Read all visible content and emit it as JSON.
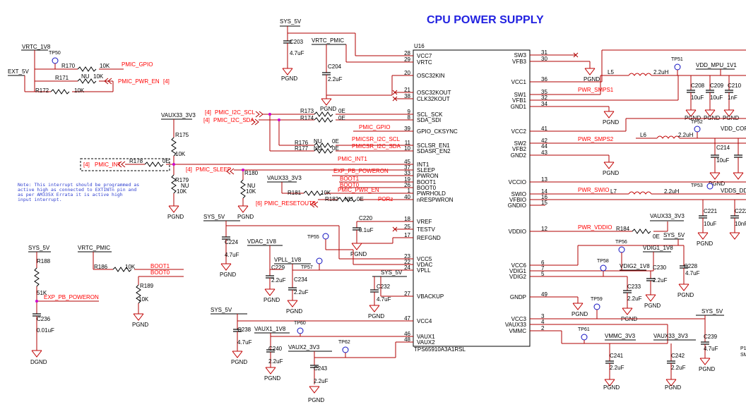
{
  "title": "CPU POWER SUPPLY",
  "chip": {
    "ref": "U16",
    "part": "TPS65910A3A1RSL",
    "left_pins": [
      {
        "num": "28",
        "name": "VCC7"
      },
      {
        "num": "29",
        "name": "VRTC"
      },
      {
        "num": "20",
        "name": "OSC32KIN"
      },
      {
        "num": "21",
        "name": "OSC32KOUT"
      },
      {
        "num": "38",
        "name": "CLK32KOUT"
      },
      {
        "num": "9",
        "name": "SCL_SCK"
      },
      {
        "num": "8",
        "name": "SDA_SDI"
      },
      {
        "num": "39",
        "name": "GPIO_CKSYNC"
      },
      {
        "num": "11",
        "name": "SCLSR_EN1"
      },
      {
        "num": "10",
        "name": "SDASR_EN2"
      },
      {
        "num": "45",
        "name": "INT1"
      },
      {
        "num": "37",
        "name": "SLEEP"
      },
      {
        "num": "33",
        "name": "PWRON"
      },
      {
        "num": "19",
        "name": "BOOT1"
      },
      {
        "num": "26",
        "name": "BOOT0"
      },
      {
        "num": "1",
        "name": "PWRHOLD"
      },
      {
        "num": "40",
        "name": "nRESPWRON"
      },
      {
        "num": "18",
        "name": "VREF"
      },
      {
        "num": "25",
        "name": "TESTV"
      },
      {
        "num": "17",
        "name": "REFGND"
      },
      {
        "num": "23",
        "name": "VCC5"
      },
      {
        "num": "22",
        "name": "VDAC"
      },
      {
        "num": "24",
        "name": "VPLL"
      },
      {
        "num": "27",
        "name": "VBACKUP"
      },
      {
        "num": "47",
        "name": "VCC4"
      },
      {
        "num": "46",
        "name": "VAUX1"
      },
      {
        "num": "48",
        "name": "VAUX2"
      }
    ],
    "right_pins": [
      {
        "num": "31",
        "name": "SW3"
      },
      {
        "num": "30",
        "name": "VFB3"
      },
      {
        "num": "36",
        "name": "VCC1"
      },
      {
        "num": "35",
        "name": "SW1"
      },
      {
        "num": "32",
        "name": "VFB1"
      },
      {
        "num": "34",
        "name": "GND1"
      },
      {
        "num": "41",
        "name": "VCC2"
      },
      {
        "num": "42",
        "name": "SW2"
      },
      {
        "num": "44",
        "name": "VFB2"
      },
      {
        "num": "43",
        "name": "GND2"
      },
      {
        "num": "13",
        "name": "VCCIO"
      },
      {
        "num": "14",
        "name": "SWIO"
      },
      {
        "num": "16",
        "name": "VFBIO"
      },
      {
        "num": "15",
        "name": "GNDIO"
      },
      {
        "num": "12",
        "name": "VDDIO"
      },
      {
        "num": "6",
        "name": "VCC6"
      },
      {
        "num": "7",
        "name": "VDIG1"
      },
      {
        "num": "5",
        "name": "VDIG2"
      },
      {
        "num": "49",
        "name": "GNDP"
      },
      {
        "num": "3",
        "name": "VCC3"
      },
      {
        "num": "4",
        "name": "VAUX33"
      },
      {
        "num": "2",
        "name": "VMMC"
      }
    ]
  },
  "nets": {
    "sys5v": "SYS_5V",
    "vrtc_pmic": "VRTC_PMIC",
    "vrtc_1v8": "VRTC_1V8",
    "ext_5v": "EXT_5V",
    "vaux33_3v3": "VAUX33_3V3",
    "vdac_1v8": "VDAC_1V8",
    "vpll_1v8": "VPLL_1V8",
    "vaux1_1v8": "VAUX1_1V8",
    "vaux2_3v3": "VAUX2_3V3",
    "vdd_mpu_1v1": "VDD_MPU_1V1",
    "vdd_core": "VDD_COR",
    "vdds_dd": "VDDS_DD",
    "vdig1_1v8": "VDIG1_1V8",
    "vdig2_1v8": "VDIG2_1V8",
    "vmmc_3v3": "VMMC_3V3",
    "pgnd": "PGND",
    "dgnd": "DGND"
  },
  "signals": {
    "pmic_gpio": "PMIC_GPIO",
    "pmic_pwr_en": "PMIC_PWR_EN",
    "pmic_pwr_en_ref": "[4]",
    "pmic_i2c_scl": "PMIC_I2C_SCL",
    "pmic_i2c_sda": "PMIC_I2C_SDA",
    "ref4": "[4]",
    "pmic_gpio2": "PMIC_GPIO",
    "pmicsr_i2c_scl": "PMICSR_I2C_SCL",
    "pmicsr_i2c_sda": "PMICSR_I2C_SDA",
    "pmic_int1": "PMIC_INT1",
    "pmic_int": "PMIC_INT",
    "pmic_sleep": "PMIC_SLEEP",
    "exp_pb_poweron": "EXP_PB_POWERON",
    "boot1": "BOOT1",
    "boot0": "BOOT0",
    "pmic_pwr_en2": "PMIC_PWR_EN",
    "porz": "PORz",
    "pmic_resetoutb": "PMIC_RESETOUTB",
    "ref6": "[6]",
    "pwr_smps1": "PWR_SMPS1",
    "pwr_smps2": "PWR_SMPS2",
    "pwr_swio": "PWR_SWIO",
    "pwr_vddio": "PWR_VDDIO",
    "exp_pb_poweron2": "EXP_PB_POWERON",
    "boot1_b": "BOOT1",
    "boot0_b": "BOOT0"
  },
  "parts": {
    "r170": "R170",
    "r170v": "10K",
    "r171": "R171",
    "r171v": "NU",
    "r171v2": "10K",
    "r172": "R172",
    "r172v": "10K",
    "r173": "R173",
    "r173v": "0E",
    "r174": "R174",
    "r174v": "0E",
    "r175": "R175",
    "r175v": "10K",
    "r176": "R176",
    "r176v": "NU",
    "r176v2": "0E",
    "r177": "R177",
    "r177v": "NU",
    "r177v2": "0E",
    "r178": "R178",
    "r178v": "0E",
    "r179": "R179",
    "r179v": "NU",
    "r179v2": "10K",
    "r180": "R180",
    "r180v": "NU",
    "r180v2": "10K",
    "r181": "R181",
    "r181v": "10K",
    "r182": "R182",
    "r182v": "NU",
    "r182v2": "0E",
    "r184": "R184",
    "r184v": "0E",
    "r186": "R186",
    "r186v": "10K",
    "r188": "R188",
    "r188v": "51K",
    "r189": "R189",
    "r189v": "10K",
    "c203": "C203",
    "c203v": "4.7uF",
    "c204": "C204",
    "c204v": "2.2uF",
    "c220": "C220",
    "c220v": "0.1uF",
    "c224": "C224",
    "c224v": "4.7uF",
    "c229": "C229",
    "c229v": "2.2uF",
    "c234": "C234",
    "c234v": "2.2uF",
    "c232": "C232",
    "c232v": "4.7uF",
    "c236": "C236",
    "c236v": "0.01uF",
    "c238": "C238",
    "c238v": "4.7uF",
    "c240": "C240",
    "c240v": "2.2uF",
    "c243": "C243",
    "c243v": "2.2uF",
    "c208": "C208",
    "c208v": "10uF",
    "c209": "C209",
    "c209v": "10uF",
    "c210": "C210",
    "c210v": "1nF",
    "c214": "C214",
    "c214v": "10uF",
    "c221": "C221",
    "c221v": "10uF",
    "c222": "C222",
    "c222v": "10nF",
    "c230": "C230",
    "c230v": "2.2uF",
    "c228": "C228",
    "c228v": "4.7uF",
    "c233": "C233",
    "c233v": "2.2uF",
    "c241": "C241",
    "c241v": "2.2uF",
    "c242": "C242",
    "c242v": "2.2uF",
    "c239": "C239",
    "c239v": "4.7uF",
    "l5": "L5",
    "l5v": "2.2uH",
    "l6": "L6",
    "l6v": "2.2uH",
    "l7": "L7",
    "l7v": "2.2uH",
    "tp50": "TP50",
    "tp51": "TP51",
    "tp52": "TP52",
    "tp53": "TP53",
    "tp55": "TP55",
    "tp56": "TP56",
    "tp57": "TP57",
    "tp58": "TP58",
    "tp59": "TP59",
    "tp60": "TP60",
    "tp61": "TP61",
    "tp62": "TP62",
    "nu_a": "NU",
    "nu_b": "NU",
    "nu_c": "NU",
    "edge1": "P1",
    "edge2": "SM"
  },
  "note": [
    "Note: This interrupt should be programmed as",
    "active high as connected to EXTINTn pin and",
    "as per AM335X Errata it is active high",
    "input interrupt."
  ]
}
